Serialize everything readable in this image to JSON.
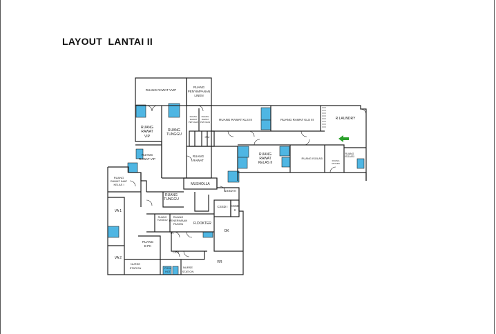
{
  "title": "LAYOUT  LANTAI II",
  "colors": {
    "wall": "#222222",
    "fixture": "#4fb6e3",
    "arrow": "#2aa02a"
  },
  "rooms": {
    "vvip": "RUANG RAWAT VVIP",
    "penyimpanan": [
      "RUANG",
      "PENYIMPANAN",
      "LINEN"
    ],
    "rawat_vip": [
      "RUANG",
      "RAWAT",
      "VIP"
    ],
    "tunggu_top": [
      "RUANG",
      "TUNGGU"
    ],
    "small_r1": [
      "RUANG",
      "RAWAT",
      "PETUGAS"
    ],
    "small_r2": [
      "RUANG",
      "RAWAT",
      "PETUGAS"
    ],
    "kls3_a": "RUANG RAWAT KLS III",
    "kls3_b": "RUANG RAWAT KLS III",
    "laundry": "R LAUNDRY",
    "rawat_vip2": [
      "RUANG",
      "RAWAT VIP"
    ],
    "rawat_mid": [
      "RUANG",
      "RAWAT"
    ],
    "iru": "IRU",
    "kelas2": [
      "RUANG",
      "RAWAT",
      "KELAS II"
    ],
    "isolasi_a": "RUANG ISOLASI",
    "isolasi_b": [
      "RUANG",
      "ISOLASI"
    ],
    "ruang_small": [
      "RUANG",
      "ANTARA"
    ],
    "kelas1": [
      "RUANG",
      "RAWAT INAP",
      "KELAS I"
    ],
    "mushola": "MUSHOLLA",
    "cssd3": "CSSD III",
    "cssd1": "CSSD I",
    "cssd2": [
      "CSSD",
      "II"
    ],
    "tunggu_center": [
      "RUANG",
      "TUNGGU"
    ],
    "va1": "VA 1",
    "va2": "VA 2",
    "rtunggu_small": [
      "RUANG",
      "TUNGGU"
    ],
    "penerimaan": [
      "RUANG",
      "PENERIMAAN",
      "PASIEN"
    ],
    "rdokter": "R.DOKTER",
    "in": "IN",
    "out": "OUT",
    "ok": "OK",
    "bpk": [
      "RUANG",
      "B PK"
    ],
    "nurse1": [
      "NURSE",
      "STATION"
    ],
    "nurse2": [
      "NURSE",
      "STATION"
    ],
    "rr": "RR",
    "pool": [
      "POOL",
      "HOT"
    ]
  }
}
